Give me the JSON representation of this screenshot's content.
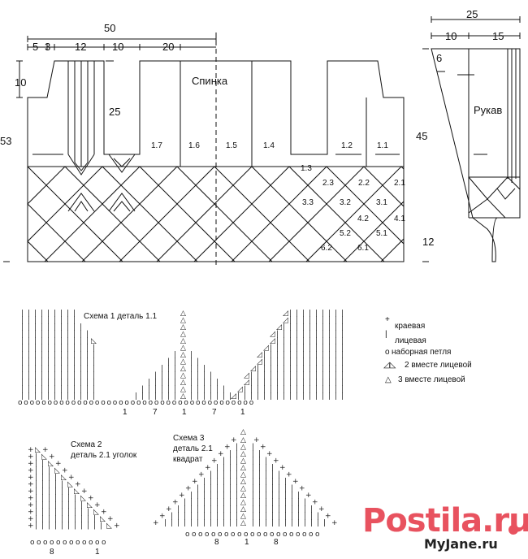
{
  "back": {
    "title": "Спинка",
    "dims": {
      "total_width": "50",
      "w5": "5",
      "w3": "3",
      "w12": "12",
      "w10": "10",
      "w20": "20",
      "h10": "10",
      "h25": "25",
      "h53": "53"
    },
    "pieces": [
      "1.7",
      "1.6",
      "1.5",
      "1.4",
      "1.3",
      "1.2",
      "1.1",
      "2.3",
      "2.2",
      "2.1",
      "3.3",
      "3.2",
      "3.1",
      "4.2",
      "4.1",
      "5.2",
      "5.1",
      "6.2",
      "6.1"
    ]
  },
  "sleeve": {
    "title": "Рукав",
    "dims": {
      "w25": "25",
      "w10": "10",
      "w15": "15",
      "h6": "6",
      "h45": "45",
      "h12": "12"
    }
  },
  "scheme1": {
    "title": "Схема 1 деталь 1.1",
    "bottom_numbers": [
      "1",
      "7",
      "1",
      "7",
      "1"
    ]
  },
  "legend": {
    "items": [
      {
        "symbol": "+",
        "text": "краевая"
      },
      {
        "symbol": "|",
        "text": "лицевая"
      },
      {
        "symbol": "o",
        "text": "наборная петля"
      },
      {
        "symbol": "◿◺",
        "text": "2 вместе лицевой"
      },
      {
        "symbol": "△",
        "text": "3 вместе лицевой"
      }
    ]
  },
  "scheme2": {
    "title_line1": "Схема 2",
    "title_line2": "деталь 2.1 уголок",
    "bottom_numbers": [
      "8",
      "1"
    ]
  },
  "scheme3": {
    "title_line1": "Схема 3",
    "title_line2": "деталь 2.1",
    "title_line3": "квадрат",
    "bottom_numbers": [
      "8",
      "1",
      "8"
    ]
  },
  "watermark": {
    "main": "Postila.ru",
    "sub": "MyJane.ru"
  },
  "colors": {
    "ink": "#111111",
    "watermark": "#e8525f"
  }
}
